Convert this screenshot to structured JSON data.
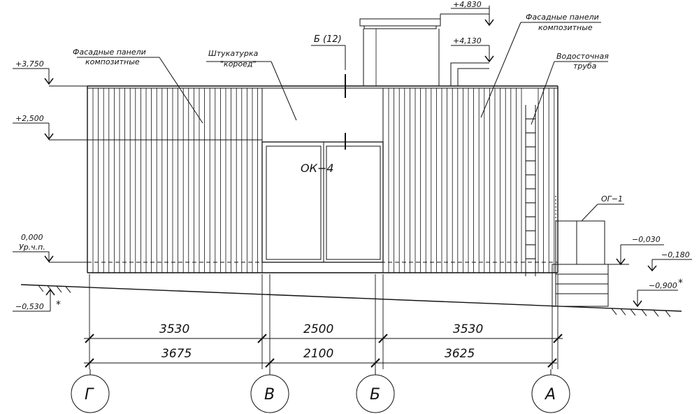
{
  "levels": {
    "l_3750": "+3,750",
    "l_2500": "+2,500",
    "l_0000": "0,000",
    "l_0000_sub": "Ур.ч.п.",
    "l_m0530": "−0,530",
    "l_m0530_star": "*",
    "l_4830": "+4,830",
    "l_4130": "+4,130",
    "l_m0030": "−0,030",
    "l_m0180": "−0,180",
    "l_m0900": "−0,900",
    "l_m0900_star": "*"
  },
  "callouts": {
    "panels_left_1": "Фасадные панели",
    "panels_left_2": "композитные",
    "plaster_1": "Штукатурка",
    "plaster_2": "\"короед\"",
    "section": "Б (12)",
    "panels_right_1": "Фасадные панели",
    "panels_right_2": "композитные",
    "drain_1": "Водосточная",
    "drain_2": "труба",
    "og1": "ОГ−1",
    "window": "ОК−4"
  },
  "dimensions": {
    "top": [
      "3530",
      "2500",
      "3530"
    ],
    "bottom": [
      "3675",
      "2100",
      "3625"
    ]
  },
  "axes": [
    "Г",
    "В",
    "Б",
    "А"
  ]
}
